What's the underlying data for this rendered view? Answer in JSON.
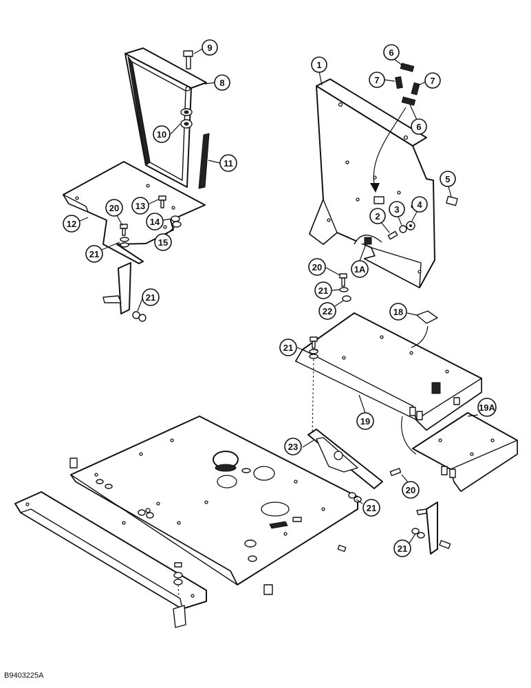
{
  "figure": {
    "document_id": "B9403225A"
  },
  "callouts": [
    {
      "id": "c1",
      "label": "1"
    },
    {
      "id": "c1A",
      "label": "1A"
    },
    {
      "id": "c2",
      "label": "2"
    },
    {
      "id": "c3",
      "label": "3"
    },
    {
      "id": "c4",
      "label": "4"
    },
    {
      "id": "c5",
      "label": "5"
    },
    {
      "id": "c6a",
      "label": "6"
    },
    {
      "id": "c6b",
      "label": "6"
    },
    {
      "id": "c7a",
      "label": "7"
    },
    {
      "id": "c7b",
      "label": "7"
    },
    {
      "id": "c8",
      "label": "8"
    },
    {
      "id": "c9",
      "label": "9"
    },
    {
      "id": "c10",
      "label": "10"
    },
    {
      "id": "c11",
      "label": "11"
    },
    {
      "id": "c12",
      "label": "12"
    },
    {
      "id": "c13",
      "label": "13"
    },
    {
      "id": "c14",
      "label": "14"
    },
    {
      "id": "c15",
      "label": "15"
    },
    {
      "id": "c18",
      "label": "18"
    },
    {
      "id": "c19",
      "label": "19"
    },
    {
      "id": "c19A",
      "label": "19A"
    },
    {
      "id": "c20a",
      "label": "20"
    },
    {
      "id": "c20b",
      "label": "20"
    },
    {
      "id": "c20c",
      "label": "20"
    },
    {
      "id": "c21a",
      "label": "21"
    },
    {
      "id": "c21b",
      "label": "21"
    },
    {
      "id": "c21c",
      "label": "21"
    },
    {
      "id": "c21d",
      "label": "21"
    },
    {
      "id": "c21e",
      "label": "21"
    },
    {
      "id": "c21f",
      "label": "21"
    },
    {
      "id": "c22",
      "label": "22"
    },
    {
      "id": "c23",
      "label": "23"
    }
  ]
}
